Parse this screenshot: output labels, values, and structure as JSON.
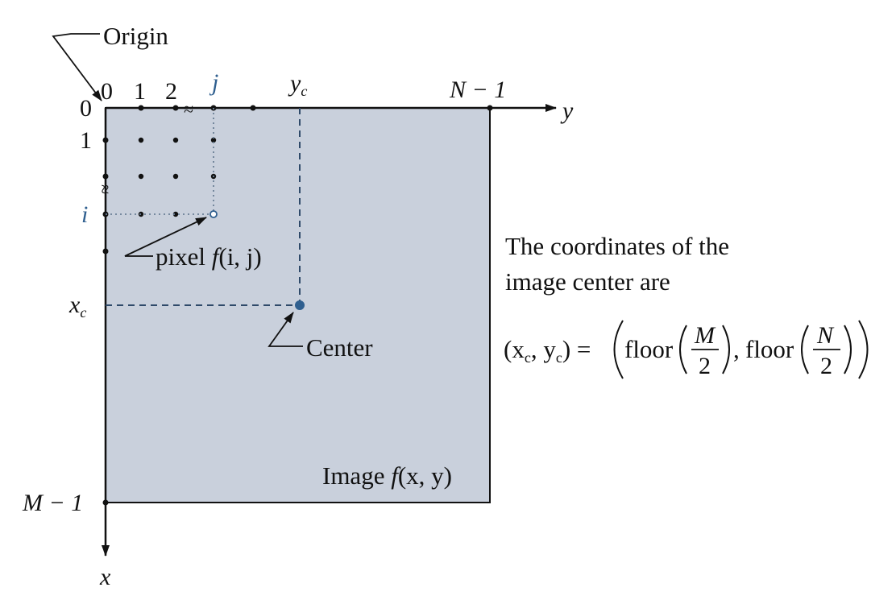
{
  "colors": {
    "image_fill": "#c9d0dc",
    "axis": "#111111",
    "accent_blue": "#2f5f8f"
  },
  "labels": {
    "origin": "Origin",
    "col_0": "0",
    "col_1": "1",
    "col_2": "2",
    "col_j": "j",
    "col_yc": "y",
    "col_yc_sub": "c",
    "col_last": "N − 1",
    "y_axis": "y",
    "row_0": "0",
    "row_1": "1",
    "row_i": "i",
    "row_xc": "x",
    "row_xc_sub": "c",
    "row_last": "M − 1",
    "x_axis": "x",
    "pixel_prefix": "pixel ",
    "pixel_func": "f",
    "pixel_args": "(i, j)",
    "center": "Center",
    "image_prefix": "Image ",
    "image_func": "f",
    "image_args": "(x, y)",
    "note_line1": "The coordinates of the",
    "note_line2": "image center are",
    "formula_lhs": "(x",
    "formula_lhs_sub1": "c",
    "formula_lhs_mid": ", y",
    "formula_lhs_sub2": "c",
    "formula_lhs_end": ") =",
    "floor1": "floor",
    "frac1_num": "M",
    "frac1_den": "2",
    "floor2": "floor",
    "frac2_num": "N",
    "frac2_den": "2"
  }
}
